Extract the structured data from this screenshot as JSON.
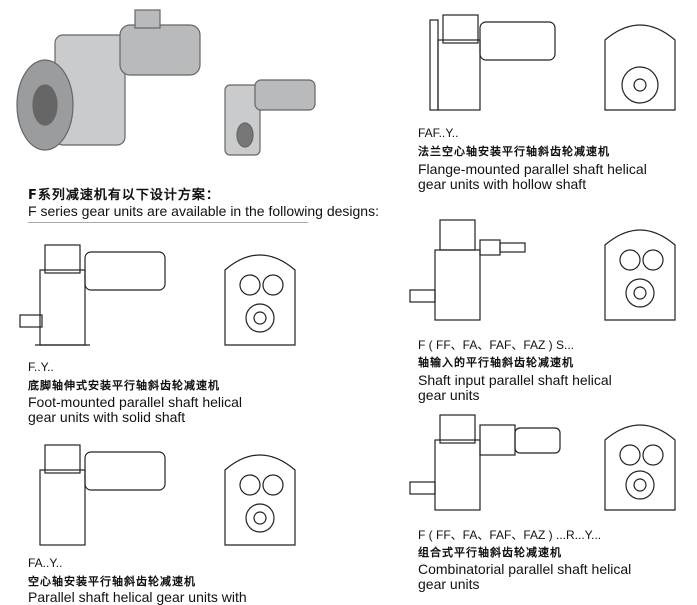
{
  "intro": {
    "title_cn": "F系列减速机有以下设计方案：",
    "title_en": "F series gear units are available in the following designs:"
  },
  "designs": [
    {
      "code": "F..Y..",
      "cn": "底脚轴伸式安装平行轴斜齿轮减速机",
      "en1": "Foot-mounted parallel shaft helical",
      "en2": "gear units with solid shaft"
    },
    {
      "code": "FA..Y..",
      "cn": "空心轴安装平行轴斜齿轮减速机",
      "en1": "Parallel shaft helical gear units with",
      "en2": ""
    },
    {
      "code": "FAF..Y..",
      "cn": "法兰空心轴安装平行轴斜齿轮减速机",
      "en1": "Flange-mounted parallel shaft helical",
      "en2": "gear units with hollow shaft"
    },
    {
      "code": "F ( FF、FA、FAF、FAZ ) S...",
      "cn": "轴输入的平行轴斜齿轮减速机",
      "en1": "Shaft input parallel shaft helical",
      "en2": "gear units"
    },
    {
      "code": "F ( FF、FA、FAF、FAZ ) ...R...Y...",
      "cn": "组合式平行轴斜齿轮减速机",
      "en1": "Combinatorial parallel shaft helical",
      "en2": "gear units"
    }
  ]
}
